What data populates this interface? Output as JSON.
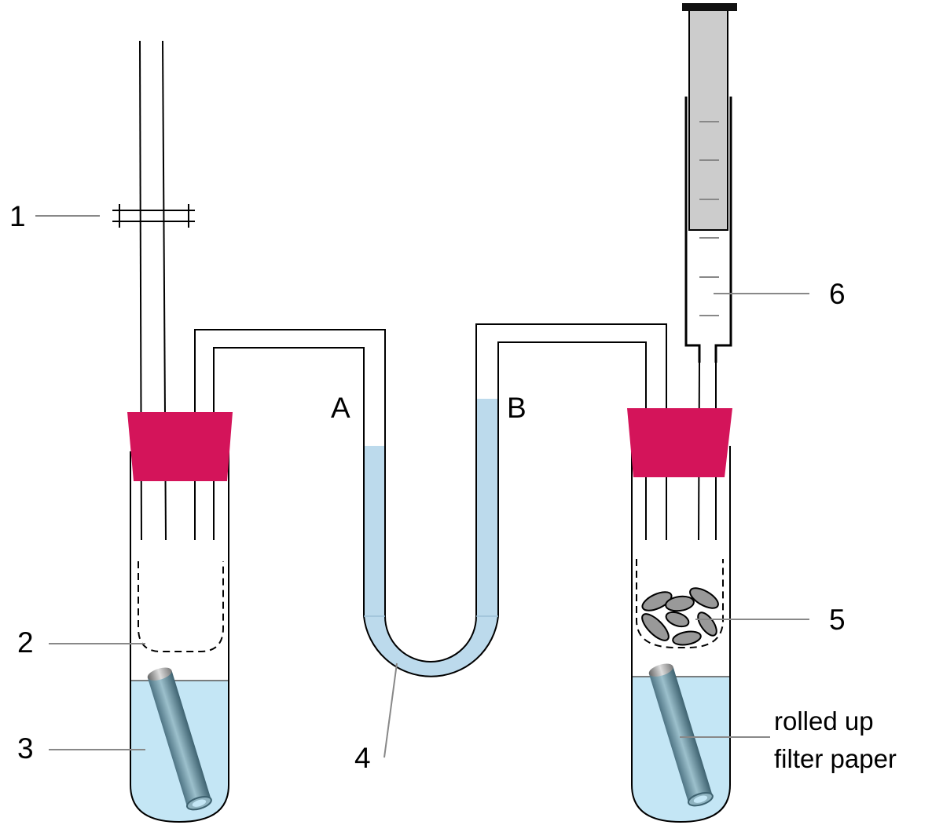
{
  "labels": {
    "n1": "1",
    "n2": "2",
    "n3": "3",
    "n4": "4",
    "n5": "5",
    "n6": "6",
    "a": "A",
    "b": "B",
    "filter_line1": "rolled up",
    "filter_line2": "filter paper"
  },
  "colors": {
    "stopper": "#d4145a",
    "water": "#c4e6f5",
    "manometer_liquid": "#bcdaec",
    "plunger": "#cccccc",
    "seed": "#999999"
  }
}
